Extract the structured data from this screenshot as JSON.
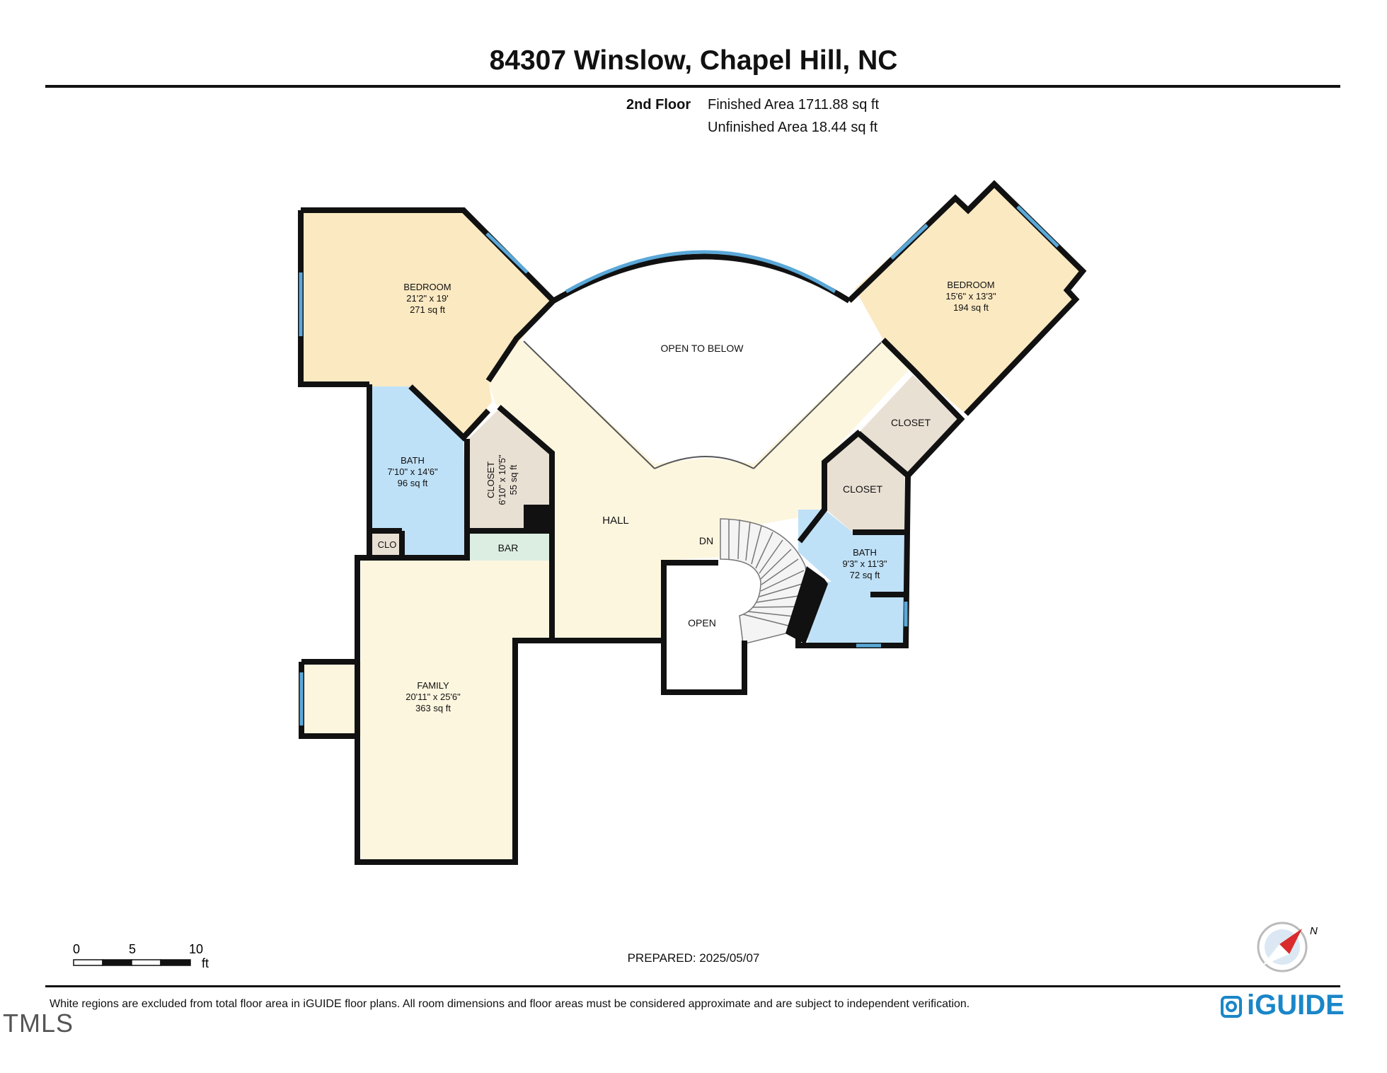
{
  "title": "84307 Winslow, Chapel Hill, NC",
  "floor": {
    "name": "2nd Floor",
    "finished": "Finished Area 1711.88 sq ft",
    "unfinished": "Unfinished Area 18.44 sq ft"
  },
  "rooms": {
    "bedroom1": {
      "name": "BEDROOM",
      "dims": "21'2\" x 19'",
      "area": "271 sq ft"
    },
    "bedroom2": {
      "name": "BEDROOM",
      "dims": "15'6\" x 13'3\"",
      "area": "194 sq ft"
    },
    "bath1": {
      "name": "BATH",
      "dims": "7'10\" x 14'6\"",
      "area": "96 sq ft"
    },
    "closet1": {
      "name": "CLOSET",
      "dims": "6'10\" x 10'5\"",
      "area": "55 sq ft"
    },
    "bath2": {
      "name": "BATH",
      "dims": "9'3\" x 11'3\"",
      "area": "72 sq ft"
    },
    "family": {
      "name": "FAMILY",
      "dims": "20'11\" x 25'6\"",
      "area": "363 sq ft"
    },
    "hall": "HALL",
    "bar": "BAR",
    "clo": "CLO",
    "closet2": "CLOSET",
    "closet3": "CLOSET",
    "open_below": "OPEN TO BELOW",
    "open": "OPEN",
    "dn": "DN"
  },
  "scale": {
    "t0": "0",
    "t5": "5",
    "t10": "10",
    "unit": "ft"
  },
  "prepared": "PREPARED: 2025/05/07",
  "disclaimer": "White regions are excluded from total floor area in iGUIDE floor plans. All room dimensions and floor areas must be considered approximate and are subject to independent verification.",
  "brand": "iGUIDE",
  "watermark": "TMLS",
  "compass_letter": "N",
  "colors": {
    "bedroom": "#fbe9c2",
    "bath": "#bfe1f7",
    "closet": "#e9e0d4",
    "hall": "#fdf6df",
    "bar": "#dceee2",
    "wall": "#111111",
    "window": "#5aa8d8",
    "brand": "#1a86c8"
  }
}
